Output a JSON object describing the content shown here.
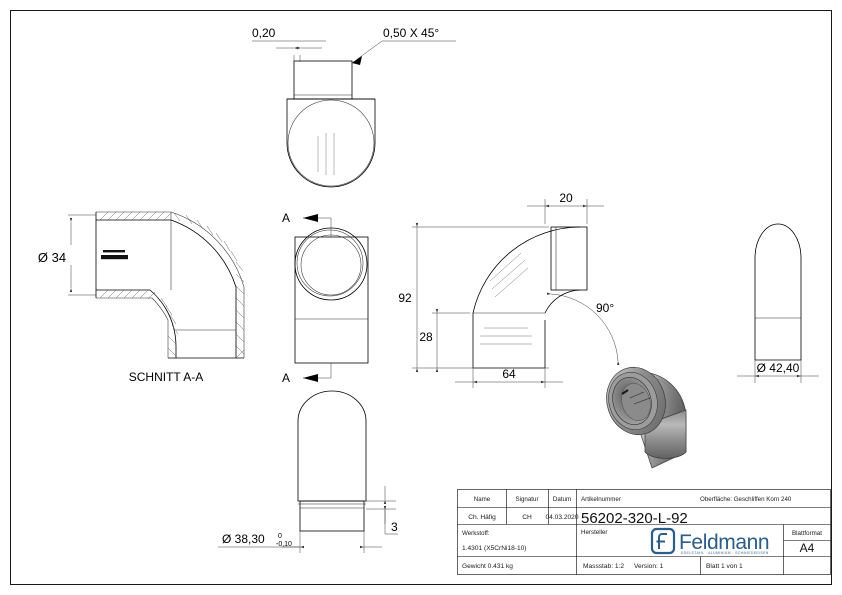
{
  "sheet": {
    "format": "A4",
    "orientation": "landscape"
  },
  "views": {
    "section_view": {
      "label": "SCHNITT A-A",
      "diameter_dim": "Ø 34"
    },
    "top_view": {
      "wall_dim": "0,20",
      "chamfer_note": "0,50 X 45°"
    },
    "front_view": {
      "section_mark_top": "A",
      "section_mark_bottom": "A"
    },
    "main_view": {
      "dim_top": "20",
      "dim_height_total": "92",
      "dim_height_lower": "28",
      "dim_width": "64",
      "angle": "90°"
    },
    "side_view": {
      "diameter_dim": "Ø 42,40"
    },
    "bottom_view": {
      "diameter_dim": "Ø 38,30",
      "tolerance_upper": "0",
      "tolerance_lower": "-0,10",
      "dim_thickness": "3"
    },
    "iso_view": {
      "name": "isometric-3d-elbow"
    }
  },
  "titleblock": {
    "headers": {
      "name": "Name",
      "signatur": "Signatur",
      "datum": "Datum",
      "artikelnummer": "Artikelnummer",
      "oberflaeche": "Oberfläche:  Geschliffen Korn 240",
      "werkstoff": "Werkstoff:",
      "hersteller": "Hersteller",
      "blattformat": "Blattformat"
    },
    "values": {
      "name": "Ch. Häfig",
      "signatur": "CH",
      "datum": "04.03.2020",
      "artikelnummer": "56202-320-L-92",
      "werkstoff": "1.4301 (X5CrNi18-10)",
      "blattformat": "A4",
      "gewicht": "Gewicht 0.431 kg",
      "massstab": "Massstab: 1:2",
      "version": "Version: 1",
      "blatt": "Blatt 1 von 1"
    },
    "logo": {
      "brand": "Feldmann",
      "tagline": "EDELSTAHL · ALUMINIUM · SCHMIEDEEISEN",
      "mark": "f-logo-icon"
    }
  },
  "colors": {
    "line": "#000000",
    "dim_line": "#3a3a3a",
    "hatch": "#555555",
    "brand": "#2b5d87",
    "sheet_bg": "#ffffff"
  }
}
